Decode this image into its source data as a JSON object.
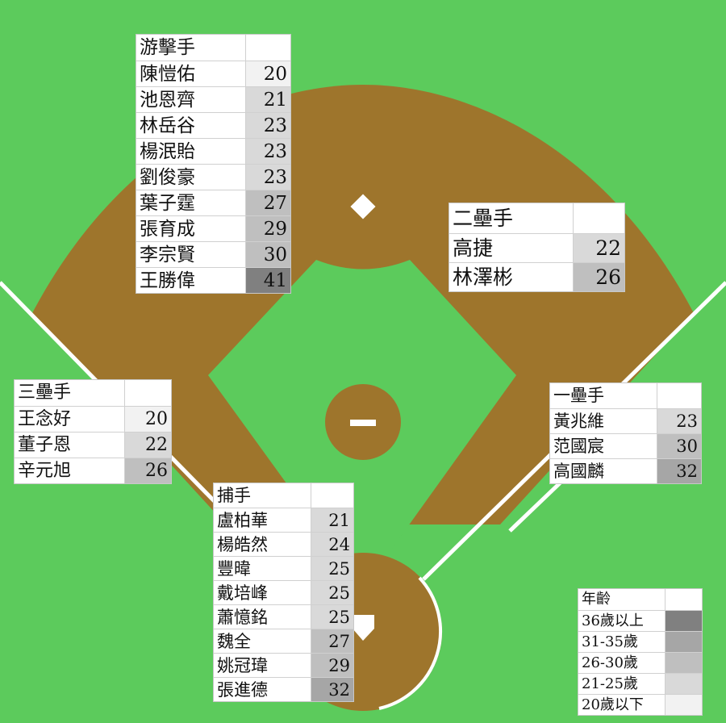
{
  "colors": {
    "grass": "#5ccb5c",
    "dirt": "#9e752c",
    "age_36_plus": "#808080",
    "age_31_35": "#a6a6a6",
    "age_26_30": "#bfbfbf",
    "age_21_25": "#d9d9d9",
    "age_20_under": "#f2f2f2"
  },
  "positions": {
    "shortstop": {
      "header": "游擊手",
      "players": [
        {
          "name": "陳愷佑",
          "age": "20"
        },
        {
          "name": "池恩齊",
          "age": "21"
        },
        {
          "name": "林岳谷",
          "age": "23"
        },
        {
          "name": "楊泯貽",
          "age": "23"
        },
        {
          "name": "劉俊豪",
          "age": "23"
        },
        {
          "name": "葉子霆",
          "age": "27"
        },
        {
          "name": "張育成",
          "age": "29"
        },
        {
          "name": "李宗賢",
          "age": "30"
        },
        {
          "name": "王勝偉",
          "age": "41"
        }
      ]
    },
    "second_base": {
      "header": "二壘手",
      "players": [
        {
          "name": "高捷",
          "age": "22"
        },
        {
          "name": "林澤彬",
          "age": "26"
        }
      ]
    },
    "third_base": {
      "header": "三壘手",
      "players": [
        {
          "name": "王念好",
          "age": "20"
        },
        {
          "name": "董子恩",
          "age": "22"
        },
        {
          "name": "辛元旭",
          "age": "26"
        }
      ]
    },
    "first_base": {
      "header": "一壘手",
      "players": [
        {
          "name": "黃兆維",
          "age": "23"
        },
        {
          "name": "范國宸",
          "age": "30"
        },
        {
          "name": "高國麟",
          "age": "32"
        }
      ]
    },
    "catcher": {
      "header": "捕手",
      "players": [
        {
          "name": "盧柏華",
          "age": "21"
        },
        {
          "name": "楊皓然",
          "age": "24"
        },
        {
          "name": "豐暐",
          "age": "25"
        },
        {
          "name": "戴培峰",
          "age": "25"
        },
        {
          "name": "蕭憶銘",
          "age": "25"
        },
        {
          "name": "魏全",
          "age": "27"
        },
        {
          "name": "姚冠瑋",
          "age": "29"
        },
        {
          "name": "張進德",
          "age": "32"
        }
      ]
    }
  },
  "legend": {
    "title": "年齡",
    "items": [
      {
        "label": "36歲以上",
        "color": "#808080"
      },
      {
        "label": "31-35歲",
        "color": "#a6a6a6"
      },
      {
        "label": "26-30歲",
        "color": "#bfbfbf"
      },
      {
        "label": "21-25歲",
        "color": "#d9d9d9"
      },
      {
        "label": "20歲以下",
        "color": "#f2f2f2"
      }
    ]
  }
}
